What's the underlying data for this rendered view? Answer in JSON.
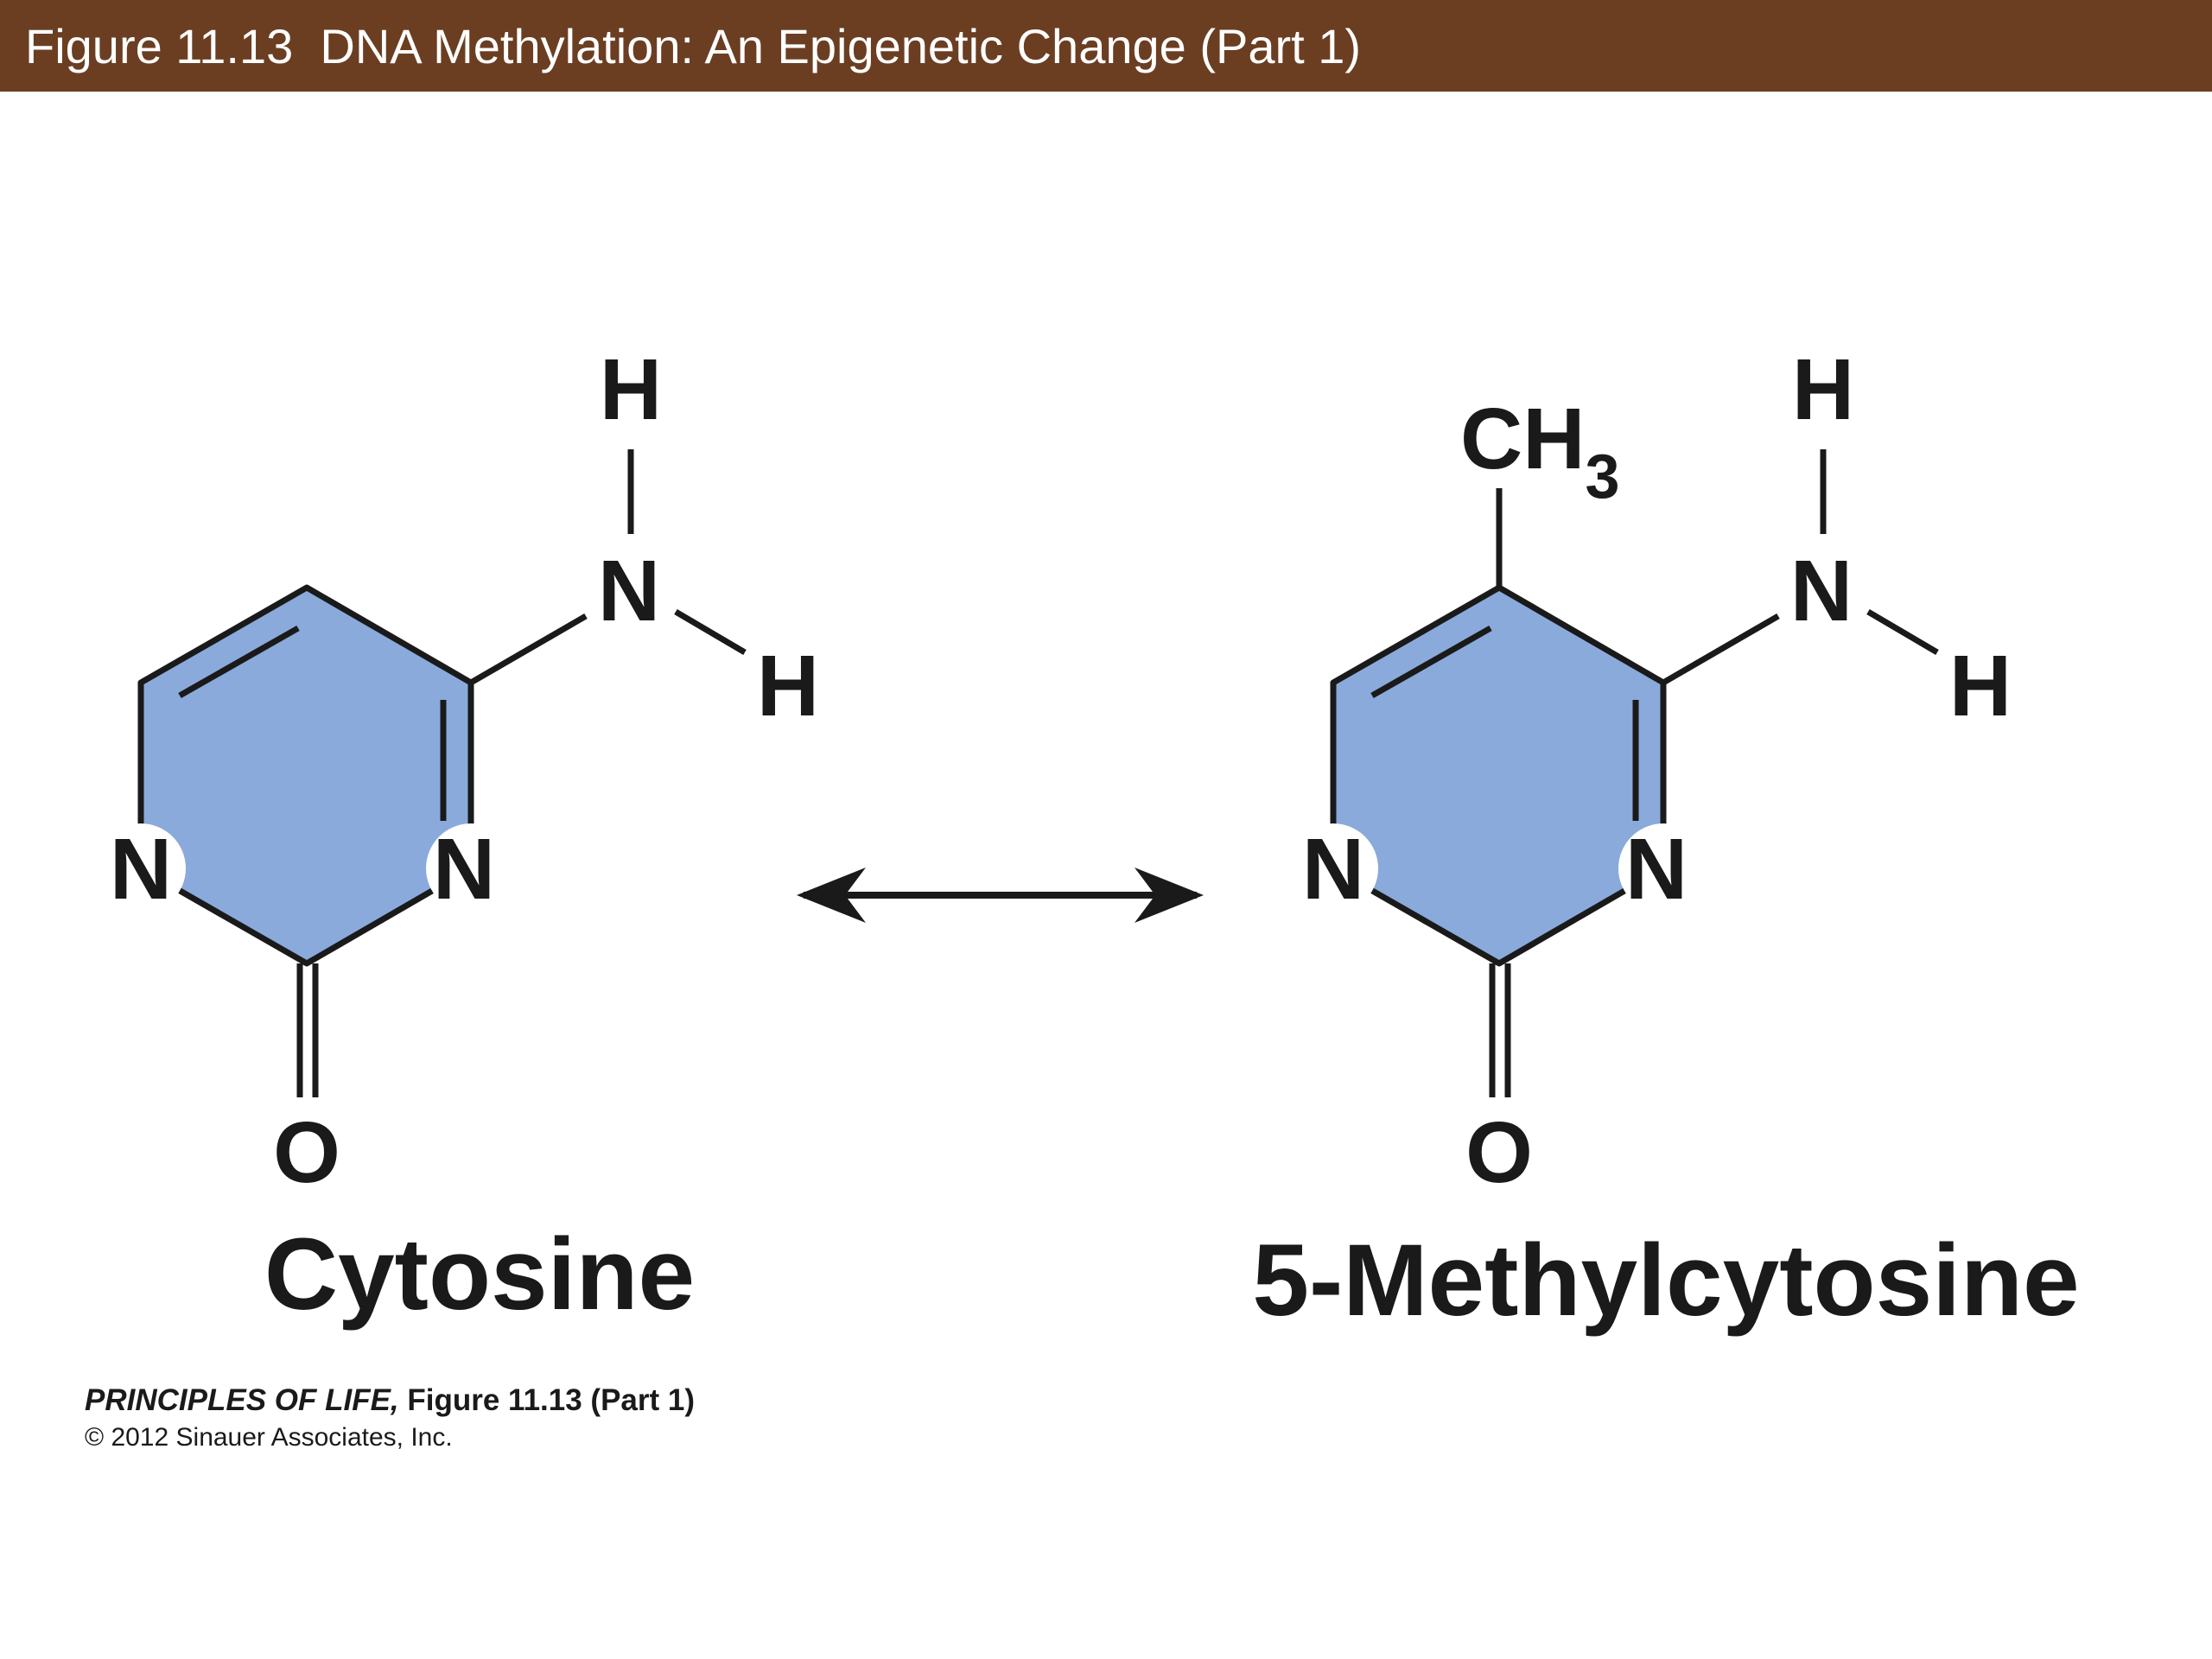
{
  "header": {
    "title": "Figure 11.13  DNA Methylation: An Epigenetic Change (Part 1)",
    "background_color": "#6b3e22"
  },
  "molecules": {
    "cytosine": {
      "name": "Cytosine",
      "atoms": {
        "h_top": "H",
        "n_amino": "N",
        "h_side": "H",
        "n1": "N",
        "n3": "N",
        "o": "O"
      }
    },
    "methylcytosine": {
      "name": "5-Methylcytosine",
      "methyl": {
        "ch": "CH",
        "sub": "3"
      },
      "atoms": {
        "h_top": "H",
        "n_amino": "N",
        "h_side": "H",
        "n1": "N",
        "n3": "N",
        "o": "O"
      }
    }
  },
  "ring_color": "#8aaadb",
  "credit": {
    "book": "PRINCIPLES OF LIFE,",
    "figure": " Figure 11.13 (Part 1)",
    "copyright": "© 2012 Sinauer Associates, Inc."
  }
}
